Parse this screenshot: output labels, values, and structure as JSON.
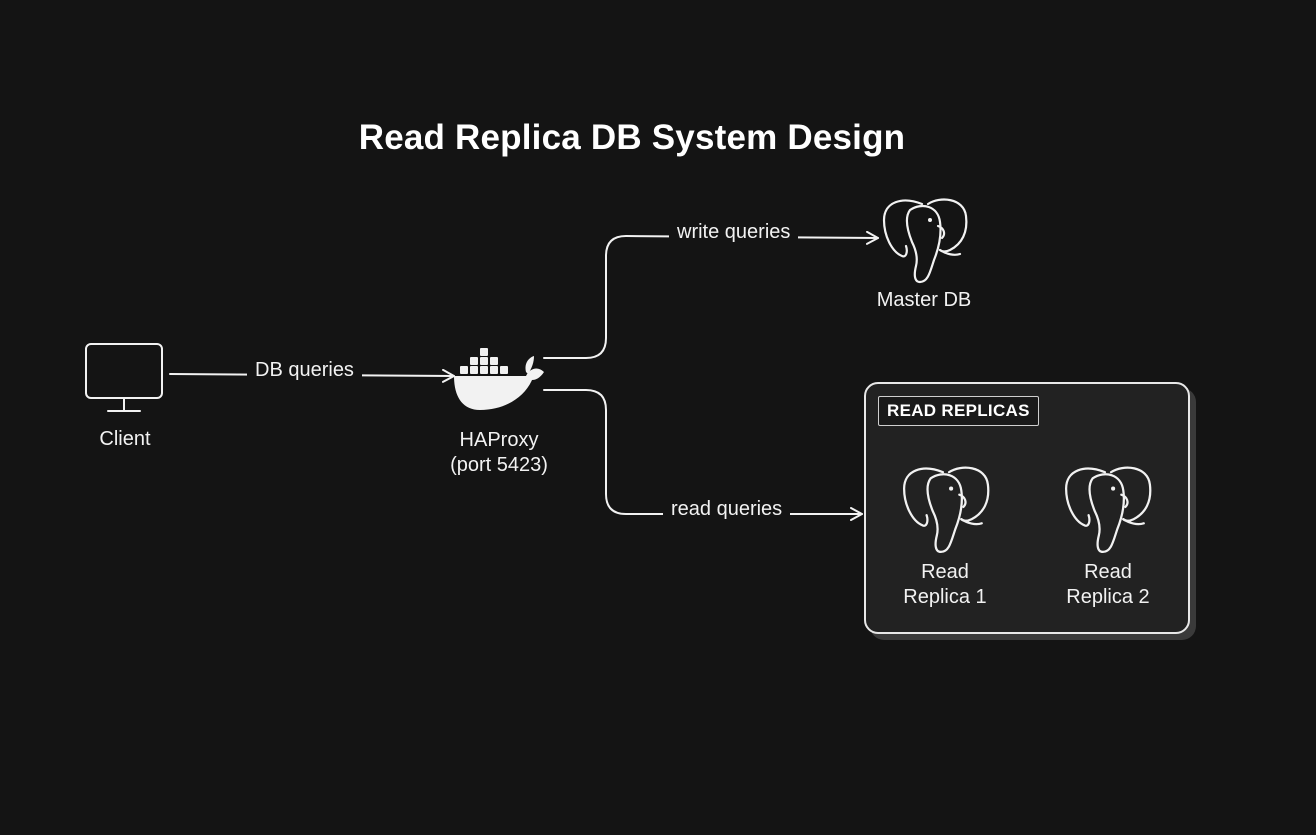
{
  "title": "Read Replica DB System Design",
  "nodes": {
    "client": {
      "label": "Client",
      "icon": "monitor-icon"
    },
    "haproxy": {
      "label_line1": "HAProxy",
      "label_line2": "(port 5423)",
      "icon": "docker-whale-icon"
    },
    "master": {
      "label": "Master DB",
      "icon": "postgres-elephant-icon"
    },
    "replica1": {
      "label_line1": "Read",
      "label_line2": "Replica 1",
      "icon": "postgres-elephant-icon"
    },
    "replica2": {
      "label_line1": "Read",
      "label_line2": "Replica 2",
      "icon": "postgres-elephant-icon"
    }
  },
  "group": {
    "label": "READ REPLICAS"
  },
  "edges": {
    "client_to_proxy": "DB queries",
    "proxy_to_master": "write queries",
    "proxy_to_replicas": "read queries"
  },
  "colors": {
    "background": "#141414",
    "stroke": "#f2f2f2",
    "box_fill": "#222222"
  }
}
